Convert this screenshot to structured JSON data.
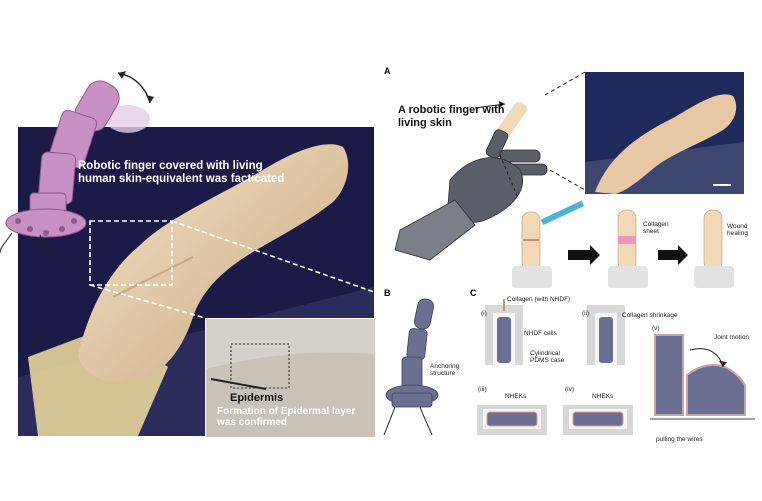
{
  "left": {
    "caption_main": "Robotic finger covered with living human skin-equivalent was facticated",
    "inset_epidermis": "Epidermis",
    "inset_caption": "Formation of Epidermal layer was confirmed"
  },
  "panel_a": {
    "letter": "A",
    "label": "A robotic finger with living skin",
    "collagen_sheet": "Collagen sheet",
    "wound_healing": "Wound healing"
  },
  "panel_b": {
    "letter": "B",
    "anchoring": "Anchoring structure"
  },
  "panel_c": {
    "letter": "C",
    "step1_num": "(i)",
    "step2_num": "(ii)",
    "step3_num": "(iii)",
    "step4_num": "(iv)",
    "step5_num": "(v)",
    "collagen_nhdf": "Collagen (with NHDF)",
    "nhdf_cells": "NHDF cells",
    "pdms_case": "Cylindrical PDMS case",
    "collagen_shrinkage": "Collagen shrinkage",
    "nheks1": "NHEKs",
    "nheks2": "NHEKs",
    "joint_motion": "Joint motion",
    "pulling_wires": "pulling the wires"
  }
}
